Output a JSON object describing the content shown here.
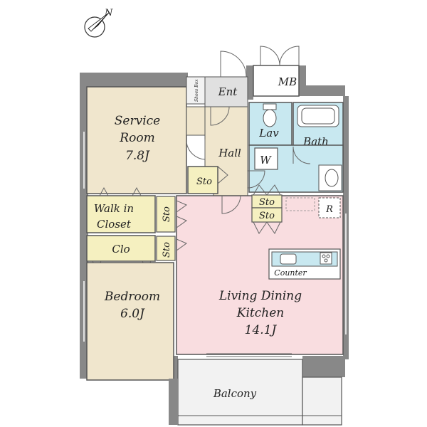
{
  "compass": {
    "label": "N"
  },
  "rooms": {
    "service_room": {
      "name_line1": "Service",
      "name_line2": "Room",
      "size": "7.8J",
      "color": "#f0e6cd"
    },
    "entrance": {
      "name": "Ent",
      "color": "#e0e0e0"
    },
    "shoes_box": {
      "name": "Shoes Box"
    },
    "mb": {
      "name": "MB"
    },
    "lavatory": {
      "name": "Lav",
      "color": "#c8e8f0"
    },
    "bath": {
      "name": "Bath",
      "color": "#c8e8f0"
    },
    "hall": {
      "name": "Hall",
      "color": "#f0e6cd"
    },
    "washer": {
      "name": "W"
    },
    "storage_hall": {
      "name": "Sto"
    },
    "storage_ldk_1": {
      "name": "Sto"
    },
    "storage_ldk_2": {
      "name": "Sto"
    },
    "refrigerator": {
      "name": "R"
    },
    "walk_in_closet": {
      "name_line1": "Walk in",
      "name_line2": "Closet",
      "color": "#f5f0c0"
    },
    "storage_wic": {
      "name": "Sto"
    },
    "closet": {
      "name": "Clo",
      "color": "#f5f0c0"
    },
    "storage_clo": {
      "name": "Sto"
    },
    "counter": {
      "name": "Counter"
    },
    "bedroom": {
      "name": "Bedroom",
      "size": "6.0J",
      "color": "#f0e6cd"
    },
    "ldk": {
      "name_line1": "Living Dining",
      "name_line2": "Kitchen",
      "size": "14.1J",
      "color": "#f9dde0"
    },
    "balcony": {
      "name": "Balcony",
      "color": "#f2f2f2"
    }
  },
  "colors": {
    "wall": "#888888",
    "line": "#555555"
  }
}
